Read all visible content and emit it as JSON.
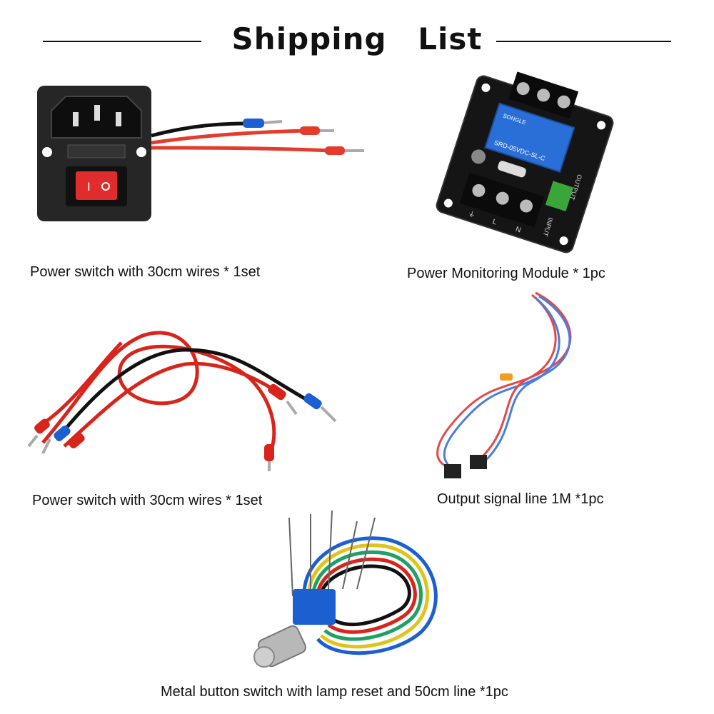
{
  "header": {
    "title": "Shipping   List"
  },
  "items": [
    {
      "caption": "Power switch with 30cm wires * 1set"
    },
    {
      "caption": "Power Monitoring Module  * 1pc"
    },
    {
      "caption": "Power switch with 30cm wires * 1set"
    },
    {
      "caption": "Output signal line 1M *1pc"
    },
    {
      "caption": "Metal button switch with lamp reset and 50cm line *1pc"
    }
  ],
  "relay_labels": {
    "brand": "SONGLE",
    "model": "SRD-05VDC-SL-C",
    "output": "OUTPUT",
    "input": "INPUT",
    "terminals": [
      "⏚",
      "L",
      "N"
    ]
  }
}
